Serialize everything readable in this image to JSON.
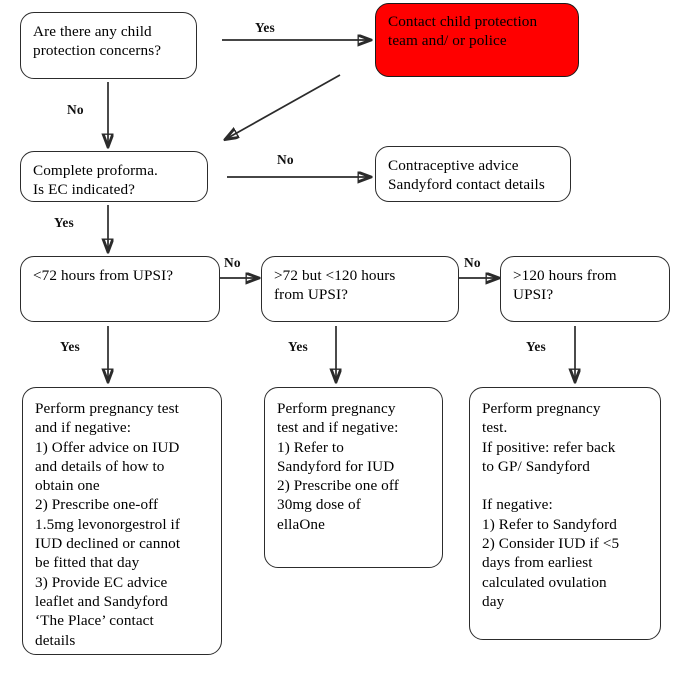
{
  "chart_data": {
    "type": "diagram",
    "title": "Emergency contraception / child protection decision flowchart",
    "nodes": [
      {
        "id": "child-protection-question",
        "text": "Are there any child\nprotection concerns?",
        "style": "decision"
      },
      {
        "id": "contact-child-protection",
        "text": "Contact child protection\nteam and/ or police",
        "style": "alert"
      },
      {
        "id": "complete-proforma",
        "text": "Complete proforma.\nIs EC indicated?",
        "style": "decision"
      },
      {
        "id": "contraceptive-advice",
        "text": "Contraceptive advice\nSandyford contact details",
        "style": "outcome"
      },
      {
        "id": "under-72-hours",
        "text": "<72 hours from UPSI?",
        "style": "decision"
      },
      {
        "id": "72-to-120-hours",
        "text": ">72 but <120 hours\nfrom UPSI?",
        "style": "decision"
      },
      {
        "id": "over-120-hours",
        "text": ">120 hours from\nUPSI?",
        "style": "decision"
      },
      {
        "id": "action-under-72",
        "text": "Perform pregnancy test\nand if negative:\n1) Offer advice on IUD\nand details of how to\nobtain one\n2) Prescribe one-off\n1.5mg levonorgestrol if\nIUD declined or cannot\nbe fitted that day\n3) Provide EC advice\nleaflet and Sandyford\n‘The Place’ contact\ndetails",
        "style": "outcome"
      },
      {
        "id": "action-72-to-120",
        "text": "Perform pregnancy\ntest and if negative:\n1) Refer to\nSandyford for IUD\n2) Prescribe one off\n30mg dose of\nellaOne",
        "style": "outcome"
      },
      {
        "id": "action-over-120",
        "text": "Perform pregnancy\ntest.\nIf positive: refer back\nto GP/ Sandyford\n\nIf negative:\n1) Refer to Sandyford\n2) Consider IUD if <5\ndays from earliest\ncalculated ovulation\nday",
        "style": "outcome"
      }
    ],
    "edges": [
      {
        "id": "cp-yes",
        "label": "Yes",
        "from": "child-protection-question",
        "to": "contact-child-protection"
      },
      {
        "id": "cp-no",
        "label": "No",
        "from": "child-protection-question",
        "to": "complete-proforma"
      },
      {
        "id": "alert-return",
        "label": "",
        "from": "contact-child-protection",
        "to": "complete-proforma"
      },
      {
        "id": "proforma-no",
        "label": "No",
        "from": "complete-proforma",
        "to": "contraceptive-advice"
      },
      {
        "id": "proforma-yes",
        "label": "Yes",
        "from": "complete-proforma",
        "to": "under-72-hours"
      },
      {
        "id": "u72-no",
        "label": "No",
        "from": "under-72-hours",
        "to": "72-to-120-hours"
      },
      {
        "id": "u72-yes",
        "label": "Yes",
        "from": "under-72-hours",
        "to": "action-under-72"
      },
      {
        "id": "m120-no",
        "label": "No",
        "from": "72-to-120-hours",
        "to": "over-120-hours"
      },
      {
        "id": "m120-yes",
        "label": "Yes",
        "from": "72-to-120-hours",
        "to": "action-72-to-120"
      },
      {
        "id": "o120-yes",
        "label": "Yes",
        "from": "over-120-hours",
        "to": "action-over-120"
      }
    ],
    "colors": {
      "alert_fill": "#FF0000",
      "node_stroke": "#2c2c2c",
      "text": "#000000",
      "background": "#FFFFFF"
    }
  }
}
